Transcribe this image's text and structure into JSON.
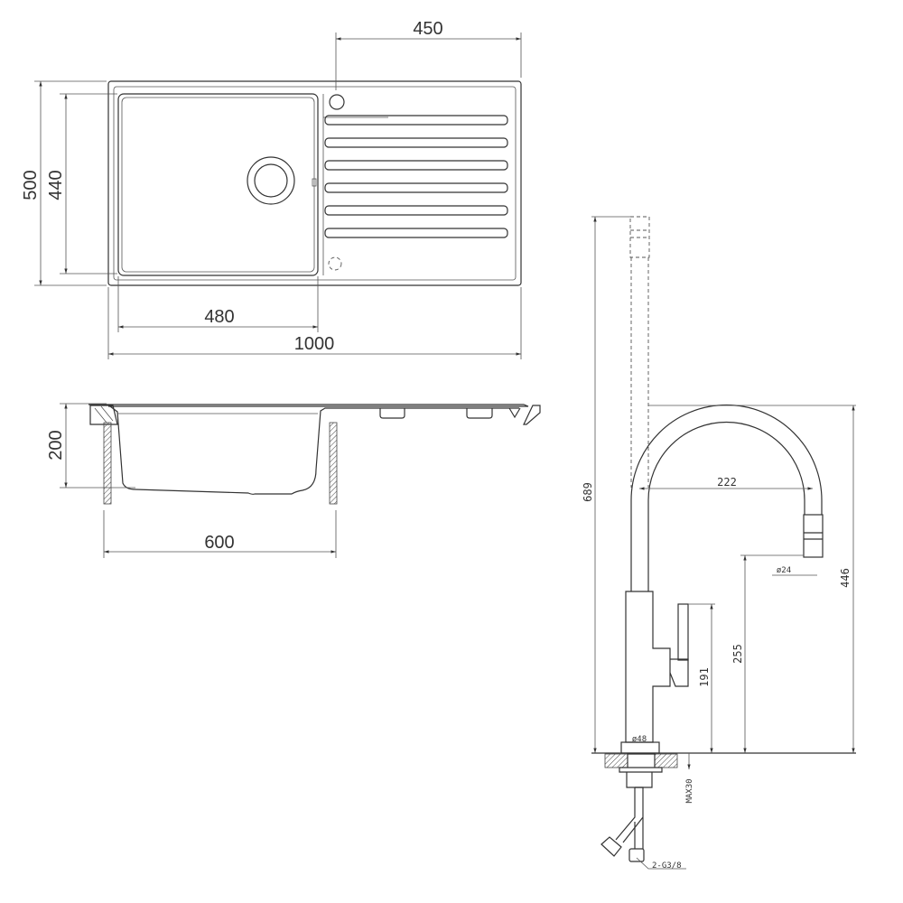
{
  "sink_top_view": {
    "dim_tap_offset": "450",
    "dim_total_depth": "500",
    "dim_bowl_depth": "440",
    "dim_bowl_width": "480",
    "dim_total_width": "1000"
  },
  "sink_section_view": {
    "dim_height": "200",
    "dim_cabinet": "600"
  },
  "faucet_view": {
    "dim_total_height": "689",
    "dim_reach": "222",
    "dim_spout_height": "446",
    "dim_outlet_height": "255",
    "dim_lever_height": "191",
    "dim_outlet_diameter": "ø24",
    "dim_base_diameter": "ø48",
    "dim_max_counter": "MAX30",
    "dim_hose_thread": "2-G3/8"
  }
}
